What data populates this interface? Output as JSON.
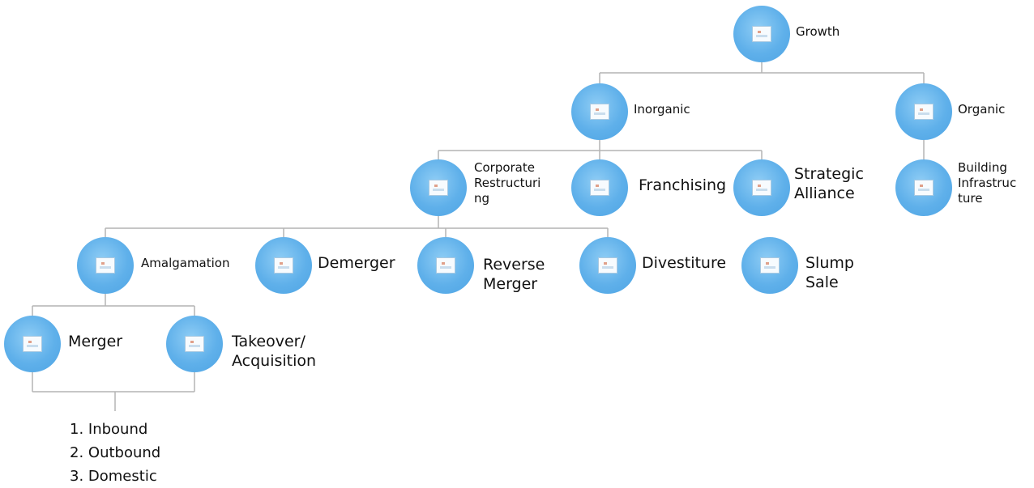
{
  "diagram": {
    "nodes": {
      "growth": "Growth",
      "inorganic": "Inorganic",
      "organic": "Organic",
      "corporate_restructuring": "Corporate\nRestructuri\nng",
      "franchising": "Franchising",
      "strategic_alliance": "Strategic\nAlliance",
      "building_infrastructure": "Building\nInfrastruc\nture",
      "amalgamation": "Amalgamation",
      "demerger": "Demerger",
      "reverse_merger": "Reverse\nMerger",
      "divestiture": "Divestiture",
      "slump_sale": "Slump Sale",
      "merger": "Merger",
      "takeover_acquisition": "Takeover/\nAcquisition"
    },
    "merger_types": [
      "1. Inbound",
      "2. Outbound",
      "3. Domestic"
    ],
    "colors": {
      "node_fill": "#5fb0ea",
      "connector": "#b4b4b4",
      "text": "#111111"
    },
    "node_icon": "picture-icon"
  }
}
